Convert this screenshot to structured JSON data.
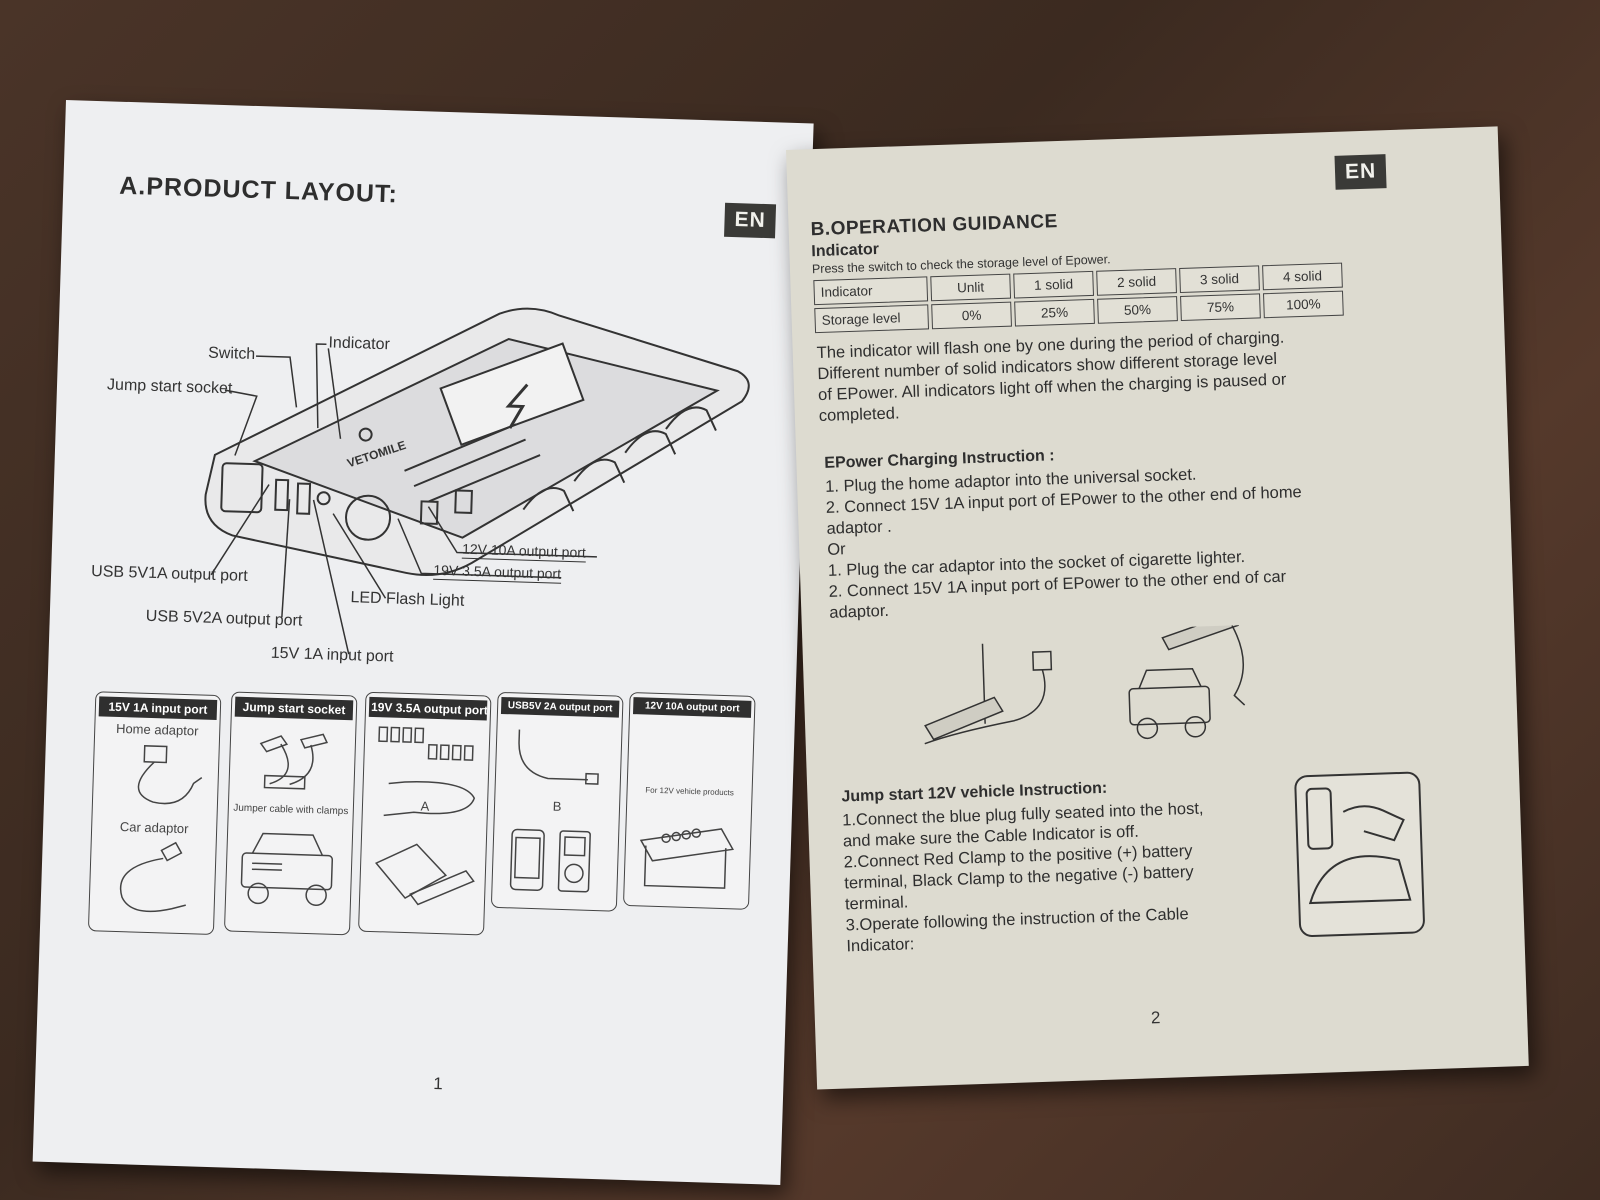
{
  "left_page": {
    "badge": "EN",
    "title": "A.PRODUCT LAYOUT:",
    "brand_on_device": "VETOMILE",
    "labels": {
      "switch": "Switch",
      "indicator": "Indicator",
      "jump_start_socket": "Jump start socket",
      "usb_5v1a": "USB 5V1A output port",
      "usb_5v2a": "USB 5V2A output port",
      "input_15v": "15V 1A input port",
      "led": "LED Flash Light",
      "out_12v": "12V 10A output port",
      "out_19v": "19V 3.5A output port"
    },
    "accessories": [
      {
        "header": "15V 1A input port",
        "texts": [
          "Home adaptor",
          "Car adaptor"
        ]
      },
      {
        "header": "Jump start socket",
        "texts": [
          "Jumper cable with clamps"
        ]
      },
      {
        "header": "19V 3.5A output port",
        "texts": [
          "A"
        ]
      },
      {
        "header": "USB5V 2A output port",
        "texts": [
          "B"
        ]
      },
      {
        "header": "12V 10A output port",
        "texts": [
          "For 12V vehicle products"
        ]
      }
    ],
    "page_number": "1"
  },
  "right_page": {
    "badge": "EN",
    "title": "B.OPERATION GUIDANCE",
    "indicator_heading": "Indicator",
    "indicator_intro": "Press the switch to check the storage level of Epower.",
    "table": {
      "row1": [
        "Indicator",
        "Unlit",
        "1 solid",
        "2 solid",
        "3 solid",
        "4 solid"
      ],
      "row2": [
        "Storage level",
        "0%",
        "25%",
        "50%",
        "75%",
        "100%"
      ]
    },
    "indicator_text": [
      "The indicator will flash one by one during the period of charging.",
      "Different number of solid indicators show different storage level",
      "of EPower. All indicators light off when the charging is paused or",
      "completed."
    ],
    "charging_heading": "EPower Charging Instruction :",
    "charging_lines": [
      "1. Plug the home adaptor into the universal socket.",
      "2. Connect 15V 1A input port of EPower to the other end of home",
      "adaptor  .",
      "Or",
      "1. Plug the car adaptor into the socket of cigarette lighter.",
      "2. Connect 15V 1A input port of EPower to the other end of car",
      "adaptor."
    ],
    "jump_heading": "Jump start 12V vehicle Instruction:",
    "jump_lines": [
      "1.Connect the blue plug fully seated into the host,",
      "and make sure the Cable Indicator is off.",
      "2.Connect Red Clamp to the positive (+) battery",
      "terminal, Black Clamp to the negative (-) battery",
      "terminal.",
      "3.Operate following the instruction of the Cable",
      "Indicator:"
    ],
    "page_number": "2"
  },
  "colors": {
    "background": "#4a3428",
    "left_paper": "#eeeff1",
    "right_paper": "#dddbd0",
    "badge": "#3a3a37",
    "ink": "#2e2e2e"
  }
}
